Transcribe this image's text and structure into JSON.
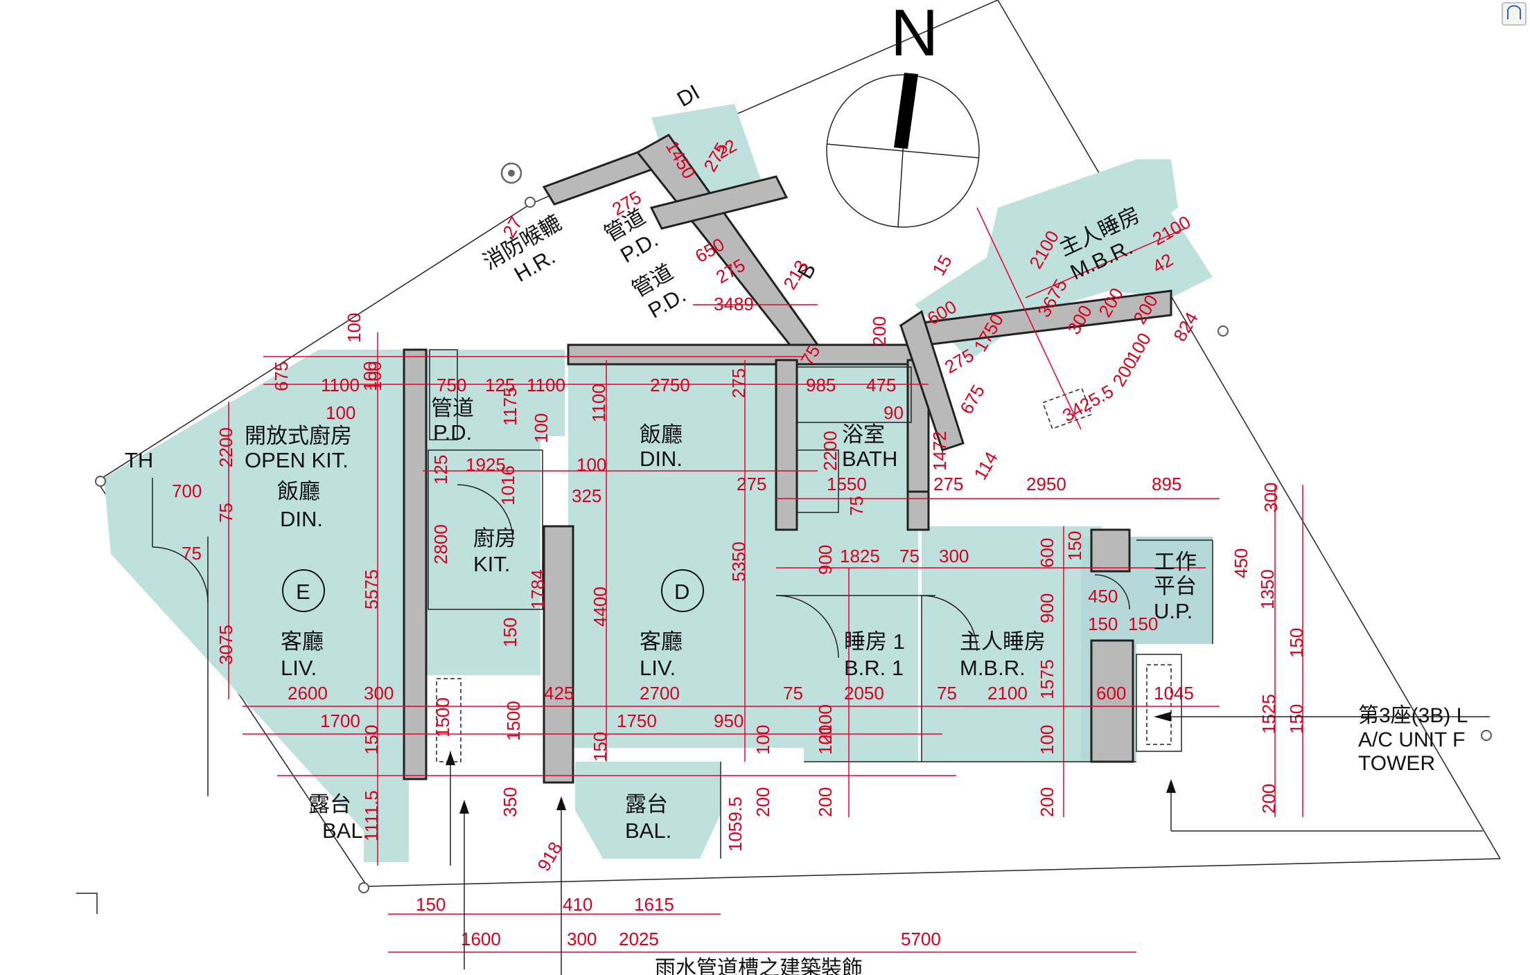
{
  "north_label": "N",
  "labels": {
    "hr": [
      "消防喉轆",
      "H.R."
    ],
    "pd_top1": [
      "管道",
      "P.D."
    ],
    "pd_top2": [
      "管道",
      "P.D."
    ],
    "pd_mid": [
      "管道",
      "P.D."
    ],
    "open_kit": [
      "開放式廚房",
      "OPEN KIT."
    ],
    "din_e": [
      "飯廳",
      "DIN."
    ],
    "unit_e": "E",
    "liv_e": [
      "客廳",
      "LIV."
    ],
    "bal_e": [
      "露台",
      "BAL."
    ],
    "kit": [
      "廚房",
      "KIT."
    ],
    "din_d": [
      "飯廳",
      "DIN."
    ],
    "unit_d": "D",
    "liv_d": [
      "客廳",
      "LIV."
    ],
    "bal_d": [
      "露台",
      "BAL."
    ],
    "bath": [
      "浴室",
      "BATH"
    ],
    "br1": [
      "睡房 1",
      "B.R. 1"
    ],
    "mbr_d": [
      "主人睡房",
      "M.B.R."
    ],
    "mbr_top": [
      "主人睡房",
      "M.B.R."
    ],
    "up": [
      "工作",
      "平台",
      "U.P."
    ],
    "partial_th": "TH",
    "partial_di": "DI",
    "partial_b": "B"
  },
  "notes": {
    "ac_tower": [
      "第3座(3B) L",
      "A/C UNIT F",
      "TOWER"
    ],
    "rainwater": "雨水管道槽之建築裝飾"
  },
  "dimensions": [
    "100",
    "100",
    "675",
    "1100",
    "100",
    "100",
    "750",
    "125",
    "1100",
    "2750",
    "275",
    "985",
    "475",
    "90",
    "2200",
    "700",
    "75",
    "75",
    "5575",
    "3075",
    "1925",
    "100",
    "125",
    "1016",
    "325",
    "1175",
    "100",
    "1100",
    "2800",
    "1784",
    "150",
    "4400",
    "5350",
    "275",
    "1550",
    "1472",
    "275",
    "114",
    "2950",
    "895",
    "2200",
    "75",
    "900",
    "1825",
    "75",
    "300",
    "600",
    "150",
    "450",
    "1350",
    "150",
    "900",
    "450",
    "150",
    "150",
    "300",
    "2600",
    "300",
    "2700",
    "425",
    "75",
    "2100",
    "2050",
    "75",
    "2100",
    "1575",
    "600",
    "1045",
    "1525",
    "150",
    "1700",
    "1500",
    "1500",
    "1750",
    "950",
    "100",
    "100",
    "100",
    "150",
    "150",
    "200",
    "200",
    "200",
    "1059.5",
    "350",
    "918",
    "1111.5",
    "150",
    "1600",
    "410",
    "1615",
    "300",
    "2025",
    "5700",
    "200",
    "3489",
    "275",
    "650",
    "275",
    "1450",
    "275",
    "22",
    "2100",
    "3675",
    "2100",
    "1750",
    "600",
    "275",
    "675",
    "300",
    "200",
    "200",
    "3425.5",
    "42",
    "824",
    "75",
    "100",
    "15",
    "213",
    "200",
    "200",
    "27"
  ]
}
